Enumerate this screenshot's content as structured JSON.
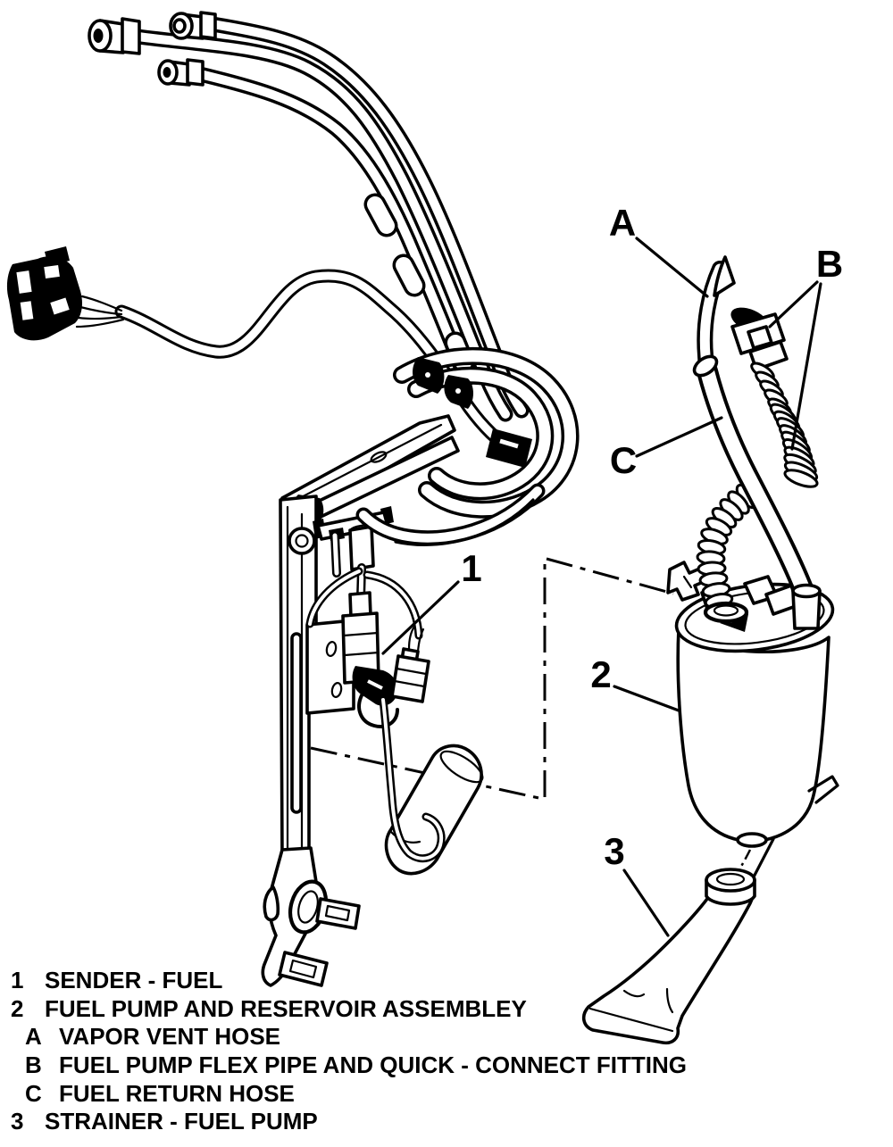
{
  "diagram": {
    "callouts": {
      "a": "A",
      "b": "B",
      "c": "C",
      "one": "1",
      "two": "2",
      "three": "3"
    },
    "legend": {
      "items": [
        {
          "key": "1",
          "label": "SENDER - FUEL",
          "indent": false
        },
        {
          "key": "2",
          "label": "FUEL PUMP AND RESERVOIR ASSEMBLEY",
          "indent": false
        },
        {
          "key": "A",
          "label": "VAPOR VENT HOSE",
          "indent": true
        },
        {
          "key": "B",
          "label": "FUEL PUMP FLEX PIPE AND QUICK - CONNECT FITTING",
          "indent": true
        },
        {
          "key": "C",
          "label": "FUEL RETURN HOSE",
          "indent": true
        },
        {
          "key": "3",
          "label": "STRAINER - FUEL PUMP",
          "indent": false
        }
      ]
    },
    "colors": {
      "ink": "#000000",
      "paper": "#ffffff"
    }
  }
}
